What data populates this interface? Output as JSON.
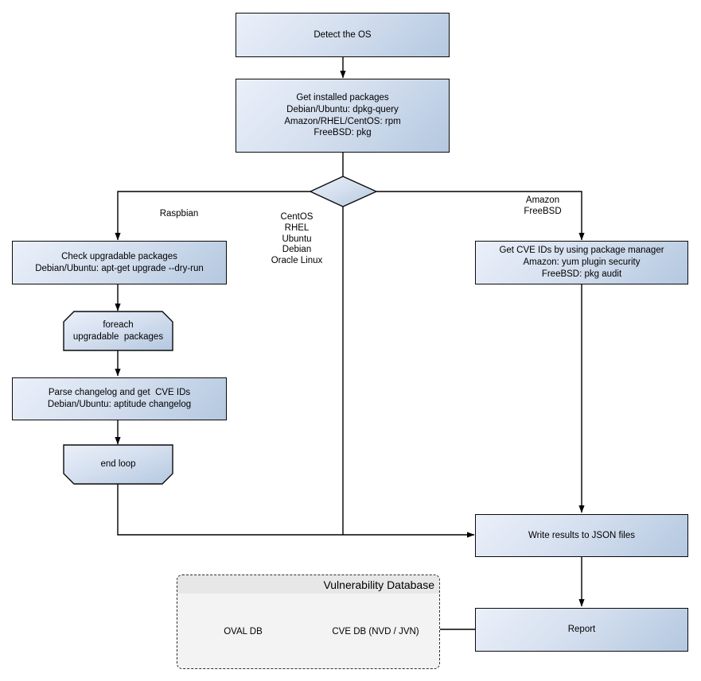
{
  "nodes": {
    "detect_os": "Detect the OS",
    "get_installed": "Get installed packages\nDebian/Ubuntu: dpkg-query\nAmazon/RHEL/CentOS: rpm\nFreeBSD: pkg",
    "check_upgradable": "Check upgradable packages\nDebian/Ubuntu: apt-get upgrade --dry-run",
    "foreach_loop": "foreach\nupgradable  packages",
    "parse_changelog": "Parse changelog and get  CVE IDs\nDebian/Ubuntu: aptitude changelog",
    "end_loop": "end loop",
    "get_cve_ids": "Get CVE IDs by using package manager\nAmazon: yum plugin security\nFreeBSD: pkg audit",
    "write_results": "Write results to JSON files",
    "report": "Report"
  },
  "edge_labels": {
    "left_branch": "Raspbian",
    "middle_branch": "CentOS\nRHEL\nUbuntu\nDebian\nOracle Linux",
    "right_branch": "Amazon\nFreeBSD"
  },
  "database": {
    "title": "Vulnerability Database",
    "cylinders": [
      "OVAL DB",
      "CVE DB (NVD / JVN)"
    ]
  },
  "colors": {
    "node_fill_light": "#ebf0fa",
    "node_fill_dark": "#b4c8e0",
    "node_border": "#0a0a0a",
    "line": "#000000",
    "container_bg": "#f3f3f3",
    "container_titlebar_bg": "#e7e7e7"
  }
}
